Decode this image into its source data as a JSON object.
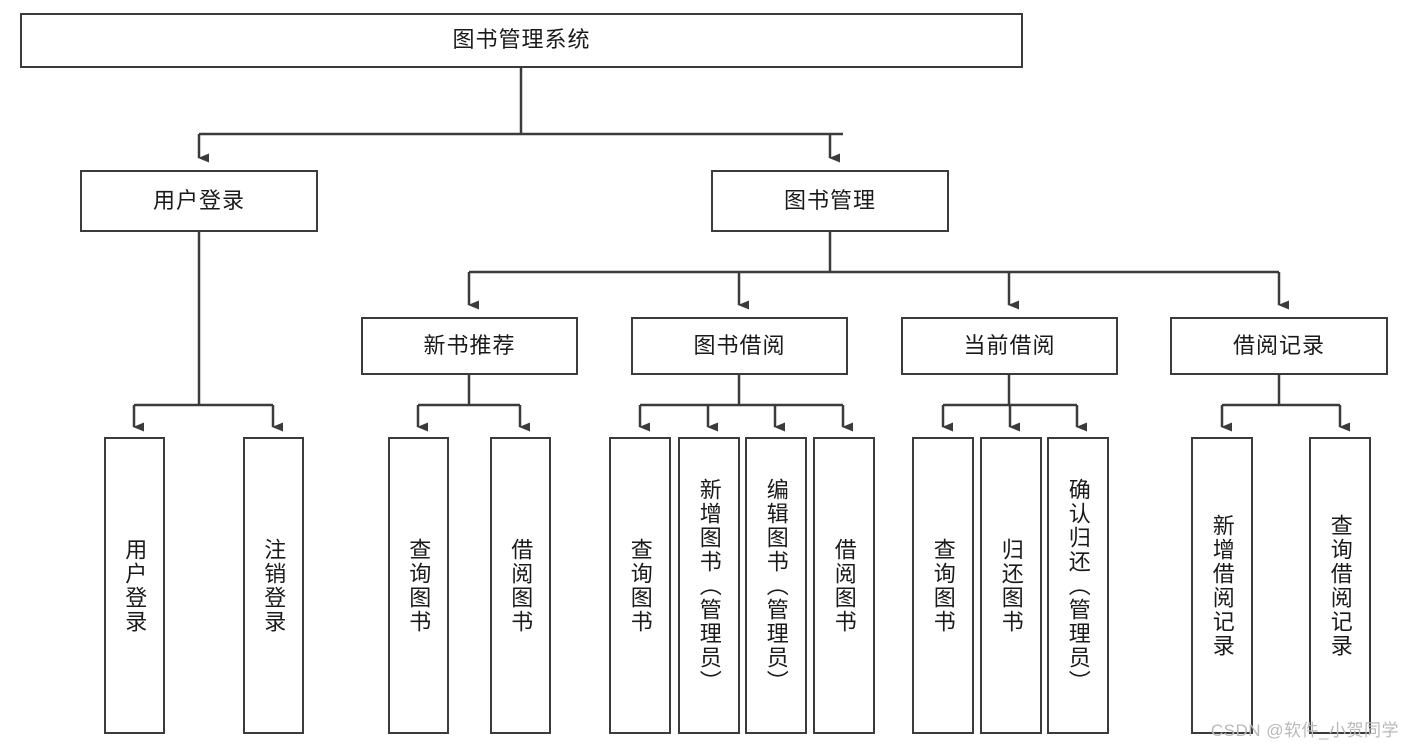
{
  "diagram": {
    "title_node": {
      "label": "图书管理系统"
    },
    "level2": [
      {
        "id": "user-login",
        "label": "用户登录"
      },
      {
        "id": "book-management",
        "label": "图书管理"
      }
    ],
    "level3": [
      {
        "id": "new-book-recommend",
        "label": "新书推荐"
      },
      {
        "id": "book-borrow",
        "label": "图书借阅"
      },
      {
        "id": "current-borrow",
        "label": "当前借阅"
      },
      {
        "id": "borrow-record",
        "label": "借阅记录"
      }
    ],
    "leaves": {
      "user_login": [
        {
          "id": "leaf-user-login",
          "label": "用户登录"
        },
        {
          "id": "leaf-logout-login",
          "label": "注销登录"
        }
      ],
      "new_book_recommend": [
        {
          "id": "leaf-query-book-1",
          "label": "查询图书"
        },
        {
          "id": "leaf-borrow-book-1",
          "label": "借阅图书"
        }
      ],
      "book_borrow": [
        {
          "id": "leaf-query-book-2",
          "label": "查询图书"
        },
        {
          "id": "leaf-add-book",
          "label": "新增图书（管理员）"
        },
        {
          "id": "leaf-edit-book",
          "label": "编辑图书（管理员）"
        },
        {
          "id": "leaf-borrow-book-2",
          "label": "借阅图书"
        }
      ],
      "current_borrow": [
        {
          "id": "leaf-query-book-3",
          "label": "查询图书"
        },
        {
          "id": "leaf-return-book",
          "label": "归还图书"
        },
        {
          "id": "leaf-confirm-return",
          "label": "确认归还（管理员）"
        }
      ],
      "borrow_record": [
        {
          "id": "leaf-add-record",
          "label": "新增借阅记录"
        },
        {
          "id": "leaf-query-record",
          "label": "查询借阅记录"
        }
      ]
    },
    "colors": {
      "stroke": "#3b3b3b",
      "fill": "#ffffff",
      "text": "#1a1a1a",
      "watermark": "#b9b9b9"
    }
  },
  "watermark": {
    "text": "CSDN @软件_小贺同学"
  }
}
